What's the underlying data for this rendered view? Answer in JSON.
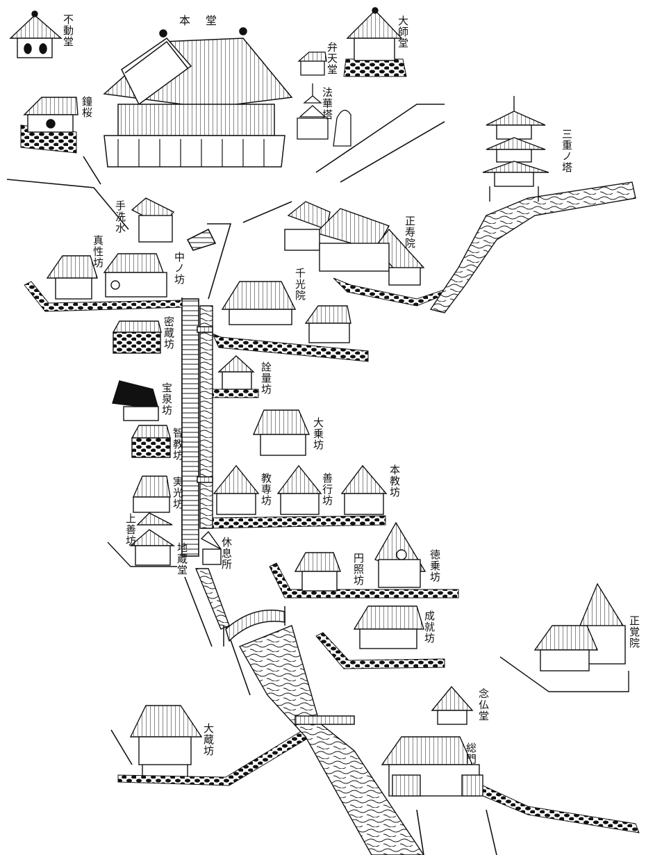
{
  "map": {
    "labels": {
      "hondo": "本堂",
      "fudodo": "不動堂",
      "daishido": "大師堂",
      "bentendo": "弁天堂",
      "hokketo": "法華塔",
      "shoro": "鐘桜",
      "sanjunoto": "三重ノ塔",
      "chozusui": "手洗水",
      "shojuin": "正寿院",
      "shinshobo": "真性坊",
      "nakanobo": "中ノ坊",
      "senkoin": "千光院",
      "mitsuzobo": "密蔵坊",
      "senryobo": "詮量坊",
      "hosenbo": "宝泉坊",
      "daijobo": "大乗坊",
      "chikyobo": "智教坊",
      "kyosenbo": "教専坊",
      "zengyobo": "善行坊",
      "honkyobo": "本教坊",
      "jikkobo": "実光坊",
      "jozenbo": "上善坊",
      "kyusokusho": "休息所",
      "jizodo": "地蔵堂",
      "enshobo": "円照坊",
      "tokujobo": "徳乗坊",
      "jojubo": "成就坊",
      "shogakuin": "正覚院",
      "nenbutsudo": "念仏堂",
      "daizobo": "大蔵坊",
      "somon": "総門"
    }
  }
}
